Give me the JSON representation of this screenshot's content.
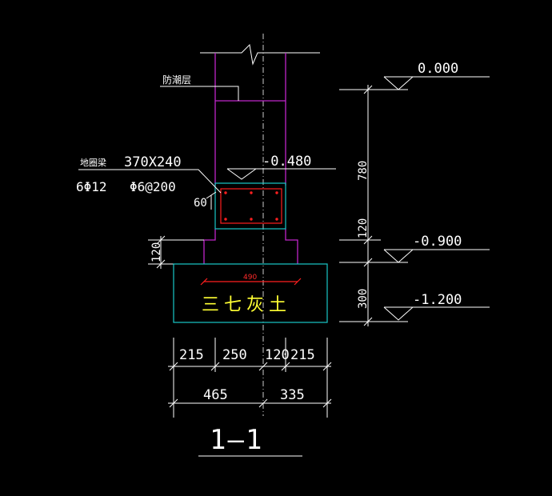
{
  "drawing": {
    "title": "1—1",
    "labels": {
      "damp_course": "防潮层",
      "ring_beam": "地圈梁",
      "beam_size": "370X240",
      "main_bars": "6Φ12",
      "stirrups": "Φ6@200",
      "cover_60": "60",
      "dim_120_left": "120",
      "width_490": "490",
      "fill_material": "三七灰土"
    },
    "elevations": {
      "ground": "0.000",
      "beam_top": "-0.480",
      "footing_top": "-0.900",
      "bottom": "-1.200"
    },
    "vertical_dims": {
      "d780": "780",
      "d120": "120",
      "d300": "300"
    },
    "bottom_dims": {
      "row1": [
        "215",
        "250",
        "120",
        "215"
      ],
      "row2": [
        "465",
        "335"
      ]
    }
  },
  "colors": {
    "background": "#000000",
    "lines": "#ffffff",
    "wall": "#c026c9",
    "concrete": "#19c9c9",
    "rebar": "#ff1f1f",
    "fill_text": "#ffff33"
  }
}
